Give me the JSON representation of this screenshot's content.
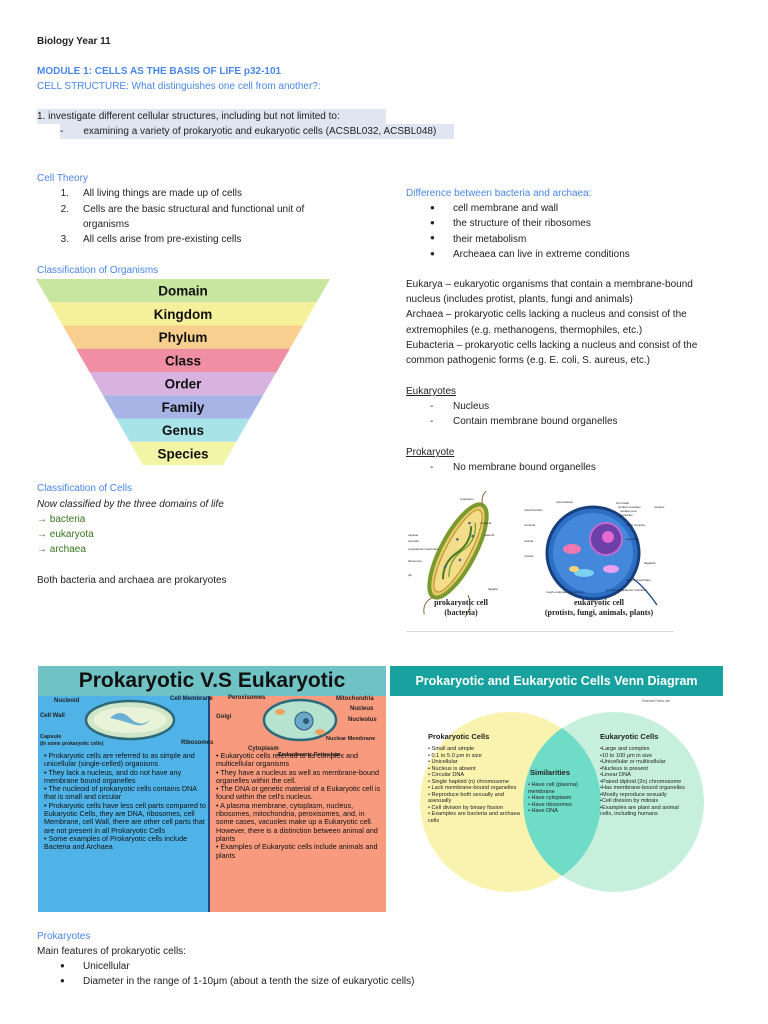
{
  "header": {
    "title": "Biology Year 11",
    "module": "MODULE 1: CELLS AS THE BASIS OF LIFE p32-101",
    "structure_q": "CELL STRUCTURE: What distinguishes one cell from another?:",
    "item1": "1.  investigate different cellular structures, including but not limited to:",
    "item1_dash": "-",
    "item1_sub": "examining a variety of prokaryotic and eukaryotic cells (ACSBL032, ACSBL048)"
  },
  "cell_theory": {
    "heading": "Cell Theory",
    "items": [
      {
        "num": "1.",
        "text": "All living things are made up of cells"
      },
      {
        "num": "2.",
        "text": "Cells are the basic structural and functional unit of"
      },
      {
        "num": "",
        "text": "organisms"
      },
      {
        "num": "3.",
        "text": "All cells arise from pre-existing cells"
      }
    ]
  },
  "classification_orgs": {
    "heading": "Classification of Organisms",
    "levels": [
      {
        "label": "Domain",
        "color": "#c9e6a0"
      },
      {
        "label": "Kingdom",
        "color": "#f5f19a"
      },
      {
        "label": "Phylum",
        "color": "#f9cf8f"
      },
      {
        "label": "Class",
        "color": "#f08fa3"
      },
      {
        "label": "Order",
        "color": "#d9b3e0"
      },
      {
        "label": "Family",
        "color": "#a8b4e6"
      },
      {
        "label": "Genus",
        "color": "#a9e3ea"
      },
      {
        "label": "Species",
        "color": "#f2f4a6"
      }
    ]
  },
  "classification_cells": {
    "heading": "Classification of Cells",
    "subtitle": "Now classified by the three domains of life",
    "items": [
      "→ bacteria",
      "→ eukaryota",
      "→ archaea"
    ],
    "note": "Both bacteria and archaea are prokaryotes"
  },
  "diff": {
    "heading": "Difference between bacteria and archaea:",
    "items": [
      "cell membrane and wall",
      "the structure of their ribosomes",
      "their metabolism",
      "Archeaea can live in extreme conditions"
    ],
    "bullet": "●"
  },
  "defs": {
    "lines": [
      "Eukarya – eukaryotic organisms that contain a membrane-bound",
      "nucleus (includes protist, plants, fungi and animals)",
      "Archaea – prokaryotic cells lacking a nucleus and consist of the",
      "extremophiles (e.g. methanogens, thermophiles, etc.)",
      "Eubacteria – prokaryotic cells lacking a nucleus and consist of the",
      "common pathogenic forms (e.g. E. coli, S. aureus, etc.)"
    ]
  },
  "eukaryotes": {
    "heading": "Eukaryotes",
    "items": [
      "Nucleus",
      "Contain membrane bound organelles"
    ],
    "dash": "-"
  },
  "prokaryote": {
    "heading": "Prokaryote",
    "items": [
      "No membrane bound organelles"
    ],
    "dash": "-"
  },
  "cell_diagram": {
    "pro_caption1": "prokaryotic cell",
    "pro_caption2": "(bacteria)",
    "euk_caption1": "eukaryotic cell",
    "euk_caption2": "(protists, fungi, animals, plants)",
    "pro_labels": [
      "cytoplasm",
      "nucleoid",
      "plasmid",
      "capsule",
      "cell wall",
      "cytoplasmic membrane",
      "ribosomes",
      "pili",
      "flagella"
    ],
    "euk_labels": [
      "microtubules",
      "chromatin",
      "nuclear envelope",
      "nuclear pore",
      "nucleolus",
      "nucleus",
      "mitochondrion",
      "centriole",
      "Golgi complex",
      "vesicle",
      "lysosome",
      "cytosol",
      "flagellum",
      "plasma membrane",
      "rough endoplasmic reticulum",
      "smooth endoplasmic reticulum"
    ]
  },
  "vs_panel": {
    "title": "Prokaryotic V.S Eukaryotic",
    "pro_labels": [
      "Nucleoid",
      "Cell Wall",
      "Capsule",
      "(In some prokaryotic cells)",
      "Cell Membrane",
      "Ribosomes"
    ],
    "euk_labels": [
      "Peroxisomes",
      "Mitochondria",
      "Golgi",
      "Nucleus",
      "Nucleolus",
      "Cytoplasm",
      "Endoplasmic Reticulum",
      "Nuclear Membrane"
    ],
    "pro_points": [
      "• Prokaryotic cells are referred to as simple and unicellular (single-celled) organisms",
      "• They lack a nucleus, and do not have any membrane bound organelles",
      "• The nucleoid of prokaryotic cells contains DNA that is small and circular",
      "• Prokaryotic cells have less cell parts compared to Eukaryotic Cells, they are DNA, ribosomes, cell Membrane, cell Wall, there are other cell parts that are not present in all Prokaryotic Cells",
      "• Some examples of Prokaryotic cells include Bacteria and Archaea"
    ],
    "euk_points": [
      "• Eukaryotic cells referred to as complex and multicellular organisms",
      "• They have a nucleus as well as membrane-bound organelles within the cell.",
      "• The DNA or genetic material of a Eukaryotic cell is found within the cell's nucleus.",
      "• A plasma membrane, cytoplasm, nucleus, ribosomes, mitochondria, peroxisomes, and, in some cases, vacuoles make up a Eukaryotic cell. However, there is a distinction between animal and plants",
      "• Examples of Eukaryotic cells include animals and plants"
    ]
  },
  "venn_panel": {
    "title": "Prokaryotic and Eukaryotic  Cells Venn Diagram",
    "brand": "Science Facts.net",
    "left_title": "Prokaryotic Cells",
    "right_title": "Eukaryotic Cells",
    "mid_title": "Similarities",
    "left_items": [
      "• Small and simple",
      "• 0.1 to 5.0 μm in size",
      "• Unicellular",
      "• Nucleus is absent",
      "• Circular DNA",
      "• Single haploid (n) chromosome",
      "• Lack membrane-bound organelles",
      "• Reproduce both sexually and asexually",
      "• Cell division by binary fission",
      "• Examples are bacteria and archaea cells"
    ],
    "mid_items": [
      "• Have cell (plasma) membrane",
      "• Have cytoplasm",
      "• Have ribosomes",
      "• Have DNA"
    ],
    "right_items": [
      "•Large and complex",
      "•10 to 100 μm in size",
      "•Unicellular or multicellular",
      "•Nucleus is present",
      "•Linear DNA",
      "•Paired diploid (2n) chromosome",
      "•Has membrane-bound organelles",
      "•Mostly reproduce sexually",
      "•Cell division by mitosis",
      "•Examples are plant and animal cells, including humans"
    ]
  },
  "prokaryotes_section": {
    "heading": "Prokaryotes",
    "intro": "Main features of prokaryotic cells:",
    "items": [
      "Unicellular",
      "Diameter in the range of 1-10μm (about a tenth the size of eukaryotic cells)"
    ],
    "bullet": "●"
  }
}
